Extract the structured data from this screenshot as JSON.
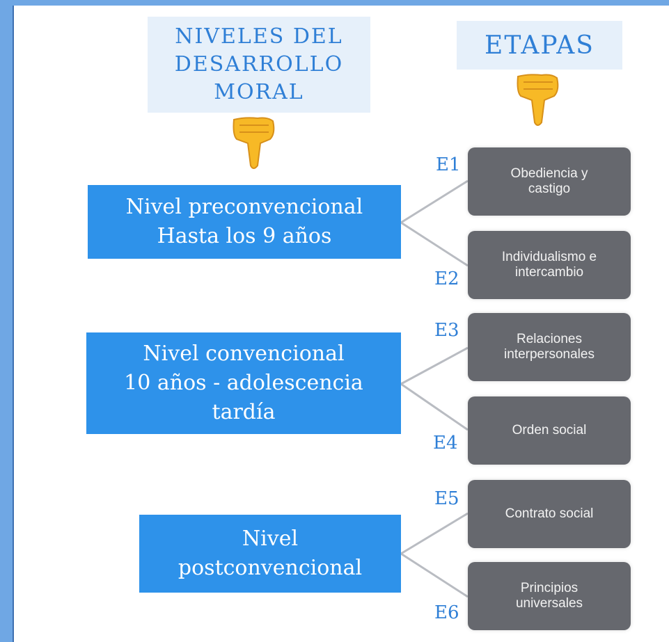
{
  "header": {
    "niveles_title": [
      "NIVELES DEL",
      "DESARROLLO",
      "MORAL"
    ],
    "etapas_title": "ETAPAS"
  },
  "levels": [
    {
      "lines": [
        "Nivel preconvencional",
        "Hasta los 9 años"
      ]
    },
    {
      "lines": [
        "Nivel convencional",
        "10 años - adolescencia",
        "tardía"
      ]
    },
    {
      "lines": [
        "Nivel",
        "postconvencional"
      ]
    }
  ],
  "stages": [
    {
      "code": "E1",
      "lines": [
        "Obediencia y",
        "castigo"
      ]
    },
    {
      "code": "E2",
      "lines": [
        "Individualismo e",
        "intercambio"
      ]
    },
    {
      "code": "E3",
      "lines": [
        "Relaciones",
        "interpersonales"
      ]
    },
    {
      "code": "E4",
      "lines": [
        "Orden social"
      ]
    },
    {
      "code": "E5",
      "lines": [
        "Contrato social"
      ]
    },
    {
      "code": "E6",
      "lines": [
        "Principios",
        "universales"
      ]
    }
  ],
  "colors": {
    "frame": "#6fa7e4",
    "header_bg": "#e6f0fa",
    "header_text": "#2f7fd6",
    "level_bg": "#2e92ea",
    "stage_bg": "#66686e",
    "hand": "#f7b926"
  },
  "icons": {
    "pointer": "pointing-down-hand-icon"
  }
}
